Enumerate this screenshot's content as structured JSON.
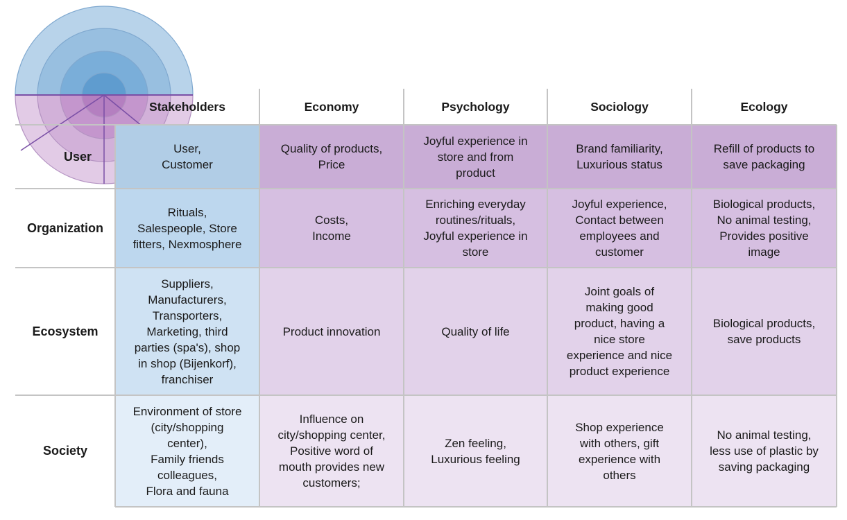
{
  "headers": [
    "Stakeholders",
    "Economy",
    "Psychology",
    "Sociology",
    "Ecology"
  ],
  "rows": [
    {
      "label": "User",
      "cells": [
        "User,\nCustomer",
        "Quality of products,\nPrice",
        "Joyful experience in\nstore and from\nproduct",
        "Brand familiarity,\nLuxurious status",
        "Refill of products to\nsave packaging"
      ]
    },
    {
      "label": "Organization",
      "cells": [
        "Rituals,\nSalespeople, Store\nfitters, Nexmosphere",
        "Costs,\nIncome",
        "Enriching everyday\nroutines/rituals,\nJoyful experience in\nstore",
        "Joyful experience,\nContact between\nemployees and\ncustomer",
        "Biological products,\nNo animal testing,\nProvides positive\nimage"
      ]
    },
    {
      "label": "Ecosystem",
      "cells": [
        "Suppliers,\nManufacturers,\nTransporters,\nMarketing, third\nparties (spa's), shop\nin shop (Bijenkorf),\nfranchiser",
        "Product innovation",
        "Quality of life",
        "Joint goals of\nmaking good\nproduct, having a\nnice store\nexperience and nice\nproduct experience",
        "Biological products,\nsave products"
      ]
    },
    {
      "label": "Society",
      "cells": [
        "Environment of store\n(city/shopping\ncenter),\nFamily friends\ncolleagues,\nFlora and fauna",
        "Influence on\ncity/shopping center,\nPositive word of\nmouth provides new\ncustomers;",
        "Zen feeling,\nLuxurious feeling",
        "Shop experience\nwith others, gift\nexperience with\nothers",
        "No animal testing,\nless use of plastic by\nsaving packaging"
      ]
    }
  ],
  "colors": {
    "stakeholder_col": [
      "#b1cde6",
      "#bdd7ee",
      "#cfe2f3",
      "#e3eef9"
    ],
    "other_cols": [
      "#c9add6",
      "#d6bfe1",
      "#e2d2ea",
      "#ede3f2"
    ],
    "onion_blue": [
      "#b8d3ea",
      "#98bfe0",
      "#7aaed9",
      "#5f9ccf"
    ],
    "onion_purple": [
      "#e2cbe6",
      "#d2b1d9",
      "#c496cd",
      "#b47fc0"
    ],
    "onion_axis": "#7a4fa6",
    "grid": "#c4c4c4"
  },
  "icons": {
    "onion": "stakeholder-onion-icon"
  }
}
